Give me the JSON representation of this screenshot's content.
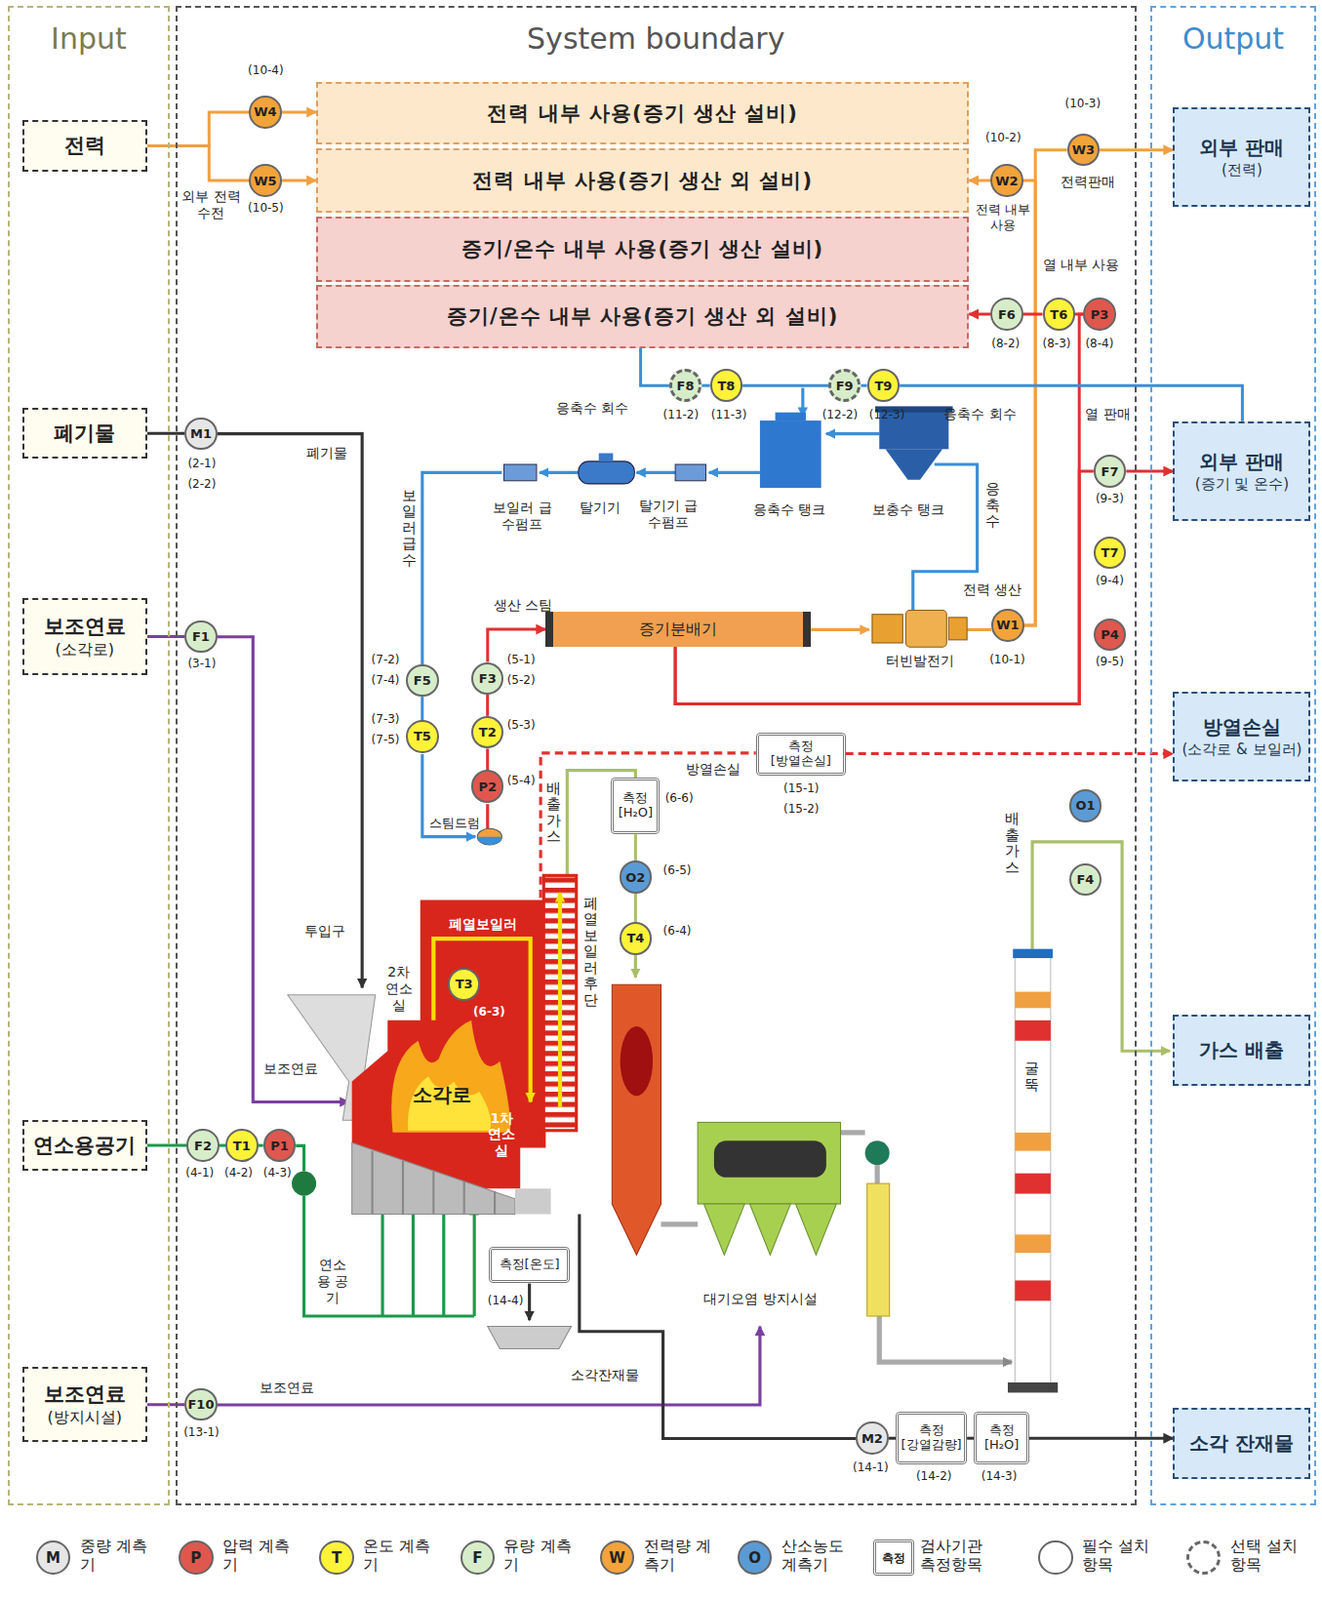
{
  "diagram": {
    "nodes": [
      {
        "text": [
          "Input"
        ]
      },
      {
        "text": [
          "전력"
        ],
        "in": 0
      },
      {
        "text": [
          "폐기물"
        ],
        "in": 0
      },
      {
        "text": [
          "보조연료",
          "(소각로)"
        ],
        "in": 0
      },
      {
        "text": [
          "연소용공기"
        ],
        "in": 0
      },
      {
        "text": [
          "보조연료",
          "(방지시설)"
        ],
        "in": 0
      },
      {
        "text": [
          "System boundary"
        ]
      },
      {
        "text": [
          "전력 내부 사용(증기 생산 설비)"
        ],
        "in": 6
      },
      {
        "text": [
          "전력 내부 사용(증기 생산 외 설비)"
        ],
        "in": 6
      },
      {
        "text": [
          "증기/온수 내부 사용(증기 생산 설비)"
        ],
        "in": 6
      },
      {
        "text": [
          "증기/온수 내부 사용(증기 생산 외 설비)"
        ],
        "in": 6
      },
      {
        "text": [
          "W4"
        ],
        "in": 6
      },
      {
        "text": [
          "W5"
        ],
        "in": 6
      },
      {
        "text": [
          "W2"
        ],
        "in": 6
      },
      {
        "text": [
          "W3"
        ],
        "in": 6
      },
      {
        "text": [
          "F6"
        ],
        "in": 6
      },
      {
        "text": [
          "T6"
        ],
        "in": 6
      },
      {
        "text": [
          "P3"
        ],
        "in": 6
      },
      {
        "text": [
          "F8"
        ],
        "in": 6
      },
      {
        "text": [
          "T8"
        ],
        "in": 6
      },
      {
        "text": [
          "F9"
        ],
        "in": 6
      },
      {
        "text": [
          "T9"
        ],
        "in": 6
      },
      {
        "text": [
          "M1"
        ],
        "in": 6
      },
      {
        "text": [
          "F1"
        ],
        "in": 6
      },
      {
        "text": [
          "증기분배기"
        ],
        "in": 6
      },
      {
        "text": [
          "W1"
        ],
        "in": 6
      },
      {
        "text": [
          "F5"
        ],
        "in": 6
      },
      {
        "text": [
          "T5"
        ],
        "in": 6
      },
      {
        "text": [
          "F3"
        ],
        "in": 6
      },
      {
        "text": [
          "T2"
        ],
        "in": 6
      },
      {
        "text": [
          "P2"
        ],
        "in": 6
      },
      {
        "text": [
          "F7"
        ],
        "in": 6
      },
      {
        "text": [
          "T7"
        ],
        "in": 6
      },
      {
        "text": [
          "P4"
        ],
        "in": 6
      },
      {
        "text": [
          "측정",
          "[방열손실]"
        ],
        "in": 6
      },
      {
        "text": [
          "측정",
          "[H₂O]"
        ],
        "in": 6
      },
      {
        "text": [
          "O2"
        ],
        "in": 6
      },
      {
        "text": [
          "T4"
        ],
        "in": 6
      },
      {
        "text": [
          "O1"
        ],
        "in": 6
      },
      {
        "text": [
          "F4"
        ],
        "in": 6
      },
      {
        "text": [
          "T3"
        ],
        "in": 6
      },
      {
        "text": [
          "F2"
        ],
        "in": 6
      },
      {
        "text": [
          "T1"
        ],
        "in": 6
      },
      {
        "text": [
          "P1"
        ],
        "in": 6
      },
      {
        "text": [
          "측정[온도]"
        ],
        "in": 6
      },
      {
        "text": [
          "F10"
        ],
        "in": 6
      },
      {
        "text": [
          "M2"
        ],
        "in": 6
      },
      {
        "text": [
          "측정",
          "[강열감량]"
        ],
        "in": 6
      },
      {
        "text": [
          "측정",
          "[H₂O]"
        ],
        "in": 6
      },
      {
        "text": [
          "Output"
        ]
      },
      {
        "text": [
          "외부 판매",
          "(전력)"
        ],
        "in": 49
      },
      {
        "text": [
          "외부 판매",
          "(증기 및 온수)"
        ],
        "in": 49
      },
      {
        "text": [
          "방열손실",
          "(소각로 & 보일러)"
        ],
        "in": 49
      },
      {
        "text": [
          "가스 배출"
        ],
        "in": 49
      },
      {
        "text": [
          "소각 잔재물"
        ],
        "in": 49
      }
    ],
    "edges": [
      {
        "from": 1,
        "to": 11,
        "arrow": "none"
      },
      {
        "from": 1,
        "to": 12,
        "arrow": "none"
      },
      {
        "from": 11,
        "to": 7,
        "arrow": "to"
      },
      {
        "from": 12,
        "to": 8,
        "arrow": "to"
      },
      {
        "from": 13,
        "to": 8,
        "arrow": "to"
      },
      {
        "from": 25,
        "to": 13,
        "arrow": "none"
      },
      {
        "from": 25,
        "to": 14,
        "arrow": "none"
      },
      {
        "from": 14,
        "to": 50,
        "arrow": "to"
      },
      {
        "from": 24,
        "to": 17,
        "arrow": "none"
      },
      {
        "from": 17,
        "to": 16,
        "arrow": "none"
      },
      {
        "from": 16,
        "to": 15,
        "arrow": "none"
      },
      {
        "from": 15,
        "to": 10,
        "arrow": "to"
      },
      {
        "from": 24,
        "to": 31,
        "arrow": "none"
      },
      {
        "from": 31,
        "to": 51,
        "arrow": "to"
      },
      {
        "from": 10,
        "to": 18,
        "arrow": "none"
      },
      {
        "from": 18,
        "to": 19,
        "arrow": "none"
      },
      {
        "from": 19,
        "to": 20,
        "arrow": "none"
      },
      {
        "from": 20,
        "to": 21,
        "arrow": "none"
      },
      {
        "from": 51,
        "to": 21,
        "arrow": "none"
      },
      {
        "from": 2,
        "to": 22,
        "arrow": "none"
      },
      {
        "from": 3,
        "to": 23,
        "arrow": "none"
      },
      {
        "from": 4,
        "to": 41,
        "arrow": "none"
      },
      {
        "from": 41,
        "to": 42,
        "arrow": "none"
      },
      {
        "from": 42,
        "to": 43,
        "arrow": "none"
      },
      {
        "from": 5,
        "to": 45,
        "arrow": "none"
      },
      {
        "from": 28,
        "to": 24,
        "arrow": "to"
      },
      {
        "from": 29,
        "to": 28,
        "arrow": "none"
      },
      {
        "from": 30,
        "to": 29,
        "arrow": "none"
      },
      {
        "from": 26,
        "to": 27,
        "arrow": "none"
      },
      {
        "from": 35,
        "to": 36,
        "arrow": "none"
      },
      {
        "from": 36,
        "to": 37,
        "arrow": "none"
      },
      {
        "from": 34,
        "to": 52,
        "arrow": "to"
      },
      {
        "from": 46,
        "to": 47,
        "arrow": "none"
      },
      {
        "from": 47,
        "to": 48,
        "arrow": "none"
      },
      {
        "from": 48,
        "to": 54,
        "arrow": "to"
      }
    ],
    "labels": [
      "(10-4)",
      "(10-5)",
      "외부 전력 수전",
      "(10-2)",
      "(10-3)",
      "전력판매",
      "전력 내부사용",
      "열 내부 사용",
      "(8-2)",
      "(8-3)",
      "(8-4)",
      "응축수 회수",
      "(11-2)",
      "(11-3)",
      "(12-2)",
      "(12-3)",
      "응축수 회수",
      "열 판매",
      "(9-3)",
      "(9-4)",
      "(9-5)",
      "(10-1)",
      "전력 생산",
      "터빈발전기",
      "(2-1)",
      "(2-2)",
      "폐기물",
      "보일러 급수",
      "생산 스팀",
      "탈기기",
      "탈기기 급수펌프",
      "보일러 급수펌프",
      "응축수 탱크",
      "보충수 탱크",
      "응축수",
      "(3-1)",
      "(7-2)",
      "(7-4)",
      "(7-3)",
      "(7-5)",
      "(5-1)",
      "(5-2)",
      "(5-3)",
      "(5-4)",
      "배출가스",
      "방열손실",
      "(15-1)",
      "(15-2)",
      "(6-6)",
      "(6-5)",
      "(6-4)",
      "스팀드럼",
      "투입구",
      "폐열보일러",
      "2차 연소실",
      "(6-3)",
      "폐열보일러 후단",
      "보조연료",
      "소각로",
      "1차 연소실",
      "굴뚝",
      "(4-1)",
      "(4-2)",
      "(4-3)",
      "연소용 공기",
      "(14-4)",
      "소각잔재물",
      "대기오염 방지시설",
      "보조연료",
      "(13-1)",
      "(14-1)",
      "(14-2)",
      "(14-3)",
      "M",
      "P",
      "T",
      "F",
      "W",
      "O",
      "측정",
      "배출가스"
    ],
    "legend": [
      {
        "text": "중량 계측기",
        "color": "#e6e6e6"
      },
      {
        "text": "압력 계측기",
        "color": "#e0574e"
      },
      {
        "text": "온도 계측기",
        "color": "#fff33a"
      },
      {
        "text": "유량 계측기",
        "color": "#d7edc9"
      },
      {
        "text": "전력량 계측기",
        "color": "#f2a33a"
      },
      {
        "text": "산소농도 계측기",
        "color": "#5b9bd5"
      },
      {
        "text": "검사기관 측정항목"
      },
      {
        "text": "필수 설치항목"
      },
      {
        "text": "선택 설치항목"
      }
    ]
  }
}
